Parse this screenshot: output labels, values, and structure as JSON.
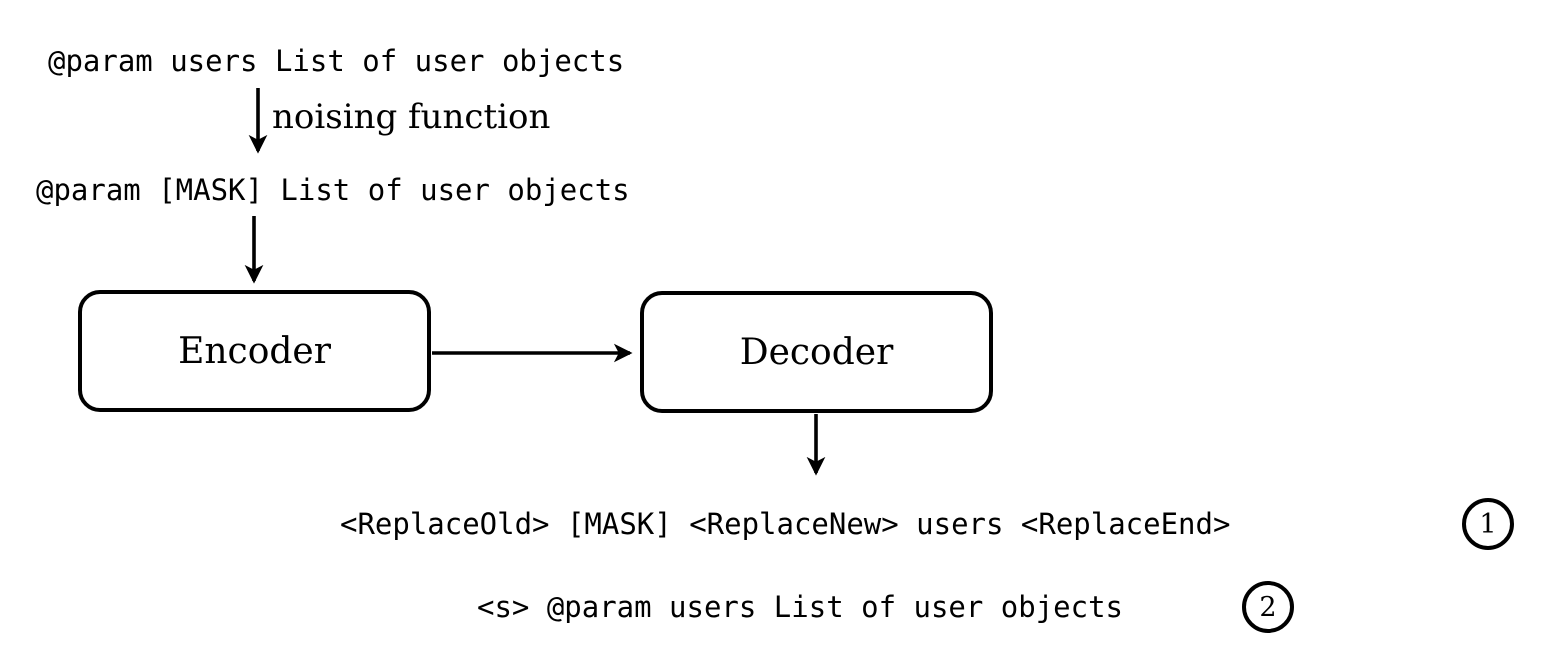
{
  "diagram": {
    "title_hint": "denoising encoder-decoder pre-training example",
    "input_text": "@param users List of user objects",
    "noising_label": "noising function",
    "masked_text": "@param [MASK] List of user objects",
    "encoder_label": "Encoder",
    "decoder_label": "Decoder",
    "output_1": "<ReplaceOld> [MASK] <ReplaceNew> users <ReplaceEnd>",
    "output_1_badge": "1",
    "output_2": "<s> @param users List of user objects",
    "output_2_badge": "2",
    "arrows": [
      {
        "name": "noising-arrow",
        "from": "input-sequence-text",
        "to": "masked-sequence-text",
        "direction": "down",
        "label": "noising function"
      },
      {
        "name": "masked-to-encoder-arrow",
        "from": "masked-sequence-text",
        "to": "encoder-box",
        "direction": "down",
        "label": ""
      },
      {
        "name": "encoder-to-decoder-arrow",
        "from": "encoder-box",
        "to": "decoder-box",
        "direction": "right",
        "label": ""
      },
      {
        "name": "decoder-output-arrow",
        "from": "decoder-box",
        "to": "output-sequence-1",
        "direction": "down",
        "label": ""
      }
    ],
    "colors": {
      "ink": "#000000",
      "background": "#ffffff"
    }
  }
}
